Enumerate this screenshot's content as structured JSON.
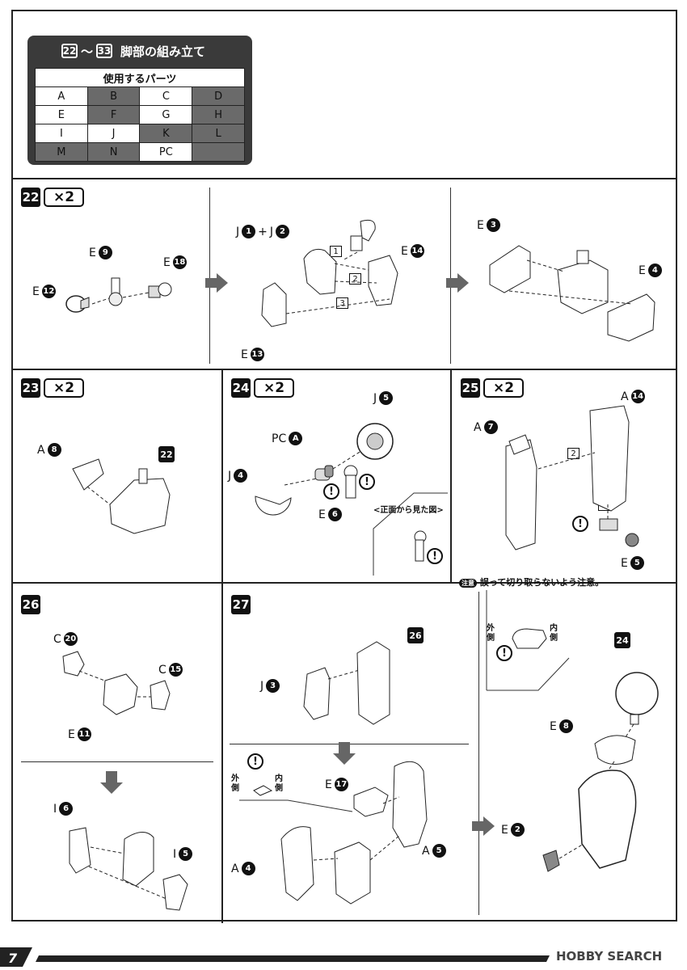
{
  "parts_box": {
    "range_start": "22",
    "range_sep": "～",
    "range_end": "33",
    "title": "脚部の組み立て",
    "table_header": "使用するパーツ",
    "rows": [
      [
        "A",
        "B",
        "C",
        "D"
      ],
      [
        "E",
        "F",
        "G",
        "H"
      ],
      [
        "I",
        "J",
        "K",
        "L"
      ],
      [
        "M",
        "N",
        "PC",
        ""
      ]
    ]
  },
  "steps": {
    "s22": {
      "num": "22",
      "mult": "×2"
    },
    "s23": {
      "num": "23",
      "mult": "×2"
    },
    "s24": {
      "num": "24",
      "mult": "×2"
    },
    "s25": {
      "num": "25",
      "mult": "×2"
    },
    "s26": {
      "num": "26"
    },
    "s27": {
      "num": "27"
    }
  },
  "labels": {
    "s22_e12": {
      "letter": "E",
      "num": "12"
    },
    "s22_e9": {
      "letter": "E",
      "num": "9"
    },
    "s22_e18": {
      "letter": "E",
      "num": "18"
    },
    "s22_j1": {
      "letter": "J",
      "num": "1"
    },
    "s22_plus": "+",
    "s22_j2": {
      "letter": "J",
      "num": "2"
    },
    "s22_e14": {
      "letter": "E",
      "num": "14"
    },
    "s22_e13": {
      "letter": "E",
      "num": "13"
    },
    "s22_e3": {
      "letter": "E",
      "num": "3"
    },
    "s22_e4": {
      "letter": "E",
      "num": "4"
    },
    "s22_o1": "1",
    "s22_o2": "2",
    "s22_o3": "3",
    "s23_a8": {
      "letter": "A",
      "num": "8"
    },
    "s23_ref": "22",
    "s24_pca": {
      "letter": "PC",
      "num": "A"
    },
    "s24_j5": {
      "letter": "J",
      "num": "5"
    },
    "s24_j4": {
      "letter": "J",
      "num": "4"
    },
    "s24_e6": {
      "letter": "E",
      "num": "6"
    },
    "s24_front": "<正面から見た図>",
    "s25_a7": {
      "letter": "A",
      "num": "7"
    },
    "s25_a14": {
      "letter": "A",
      "num": "14"
    },
    "s25_e5": {
      "letter": "E",
      "num": "5"
    },
    "s25_o1": "1",
    "s25_o2": "2",
    "s25_note_mark": "注意",
    "s25_note": "誤って切り取らないよう注意。",
    "s26_c20": {
      "letter": "C",
      "num": "20"
    },
    "s26_c15": {
      "letter": "C",
      "num": "15"
    },
    "s26_e11": {
      "letter": "E",
      "num": "11"
    },
    "s26_i6": {
      "letter": "I",
      "num": "6"
    },
    "s26_i5": {
      "letter": "I",
      "num": "5"
    },
    "s27_j3": {
      "letter": "J",
      "num": "3"
    },
    "s27_ref26": "26",
    "s27_e17": {
      "letter": "E",
      "num": "17"
    },
    "s27_a4": {
      "letter": "A",
      "num": "4"
    },
    "s27_a5": {
      "letter": "A",
      "num": "5"
    },
    "s27_outer": "外\n側",
    "s27_inner": "内\n側",
    "s27_outer2": "外\n側",
    "s27_inner2": "内\n側",
    "s27_ref24": "24",
    "s27_e8": {
      "letter": "E",
      "num": "8"
    },
    "s27_e2": {
      "letter": "E",
      "num": "2"
    },
    "excl": "!"
  },
  "footer": {
    "page": "7",
    "brand": "HOBBY SEARCH"
  }
}
